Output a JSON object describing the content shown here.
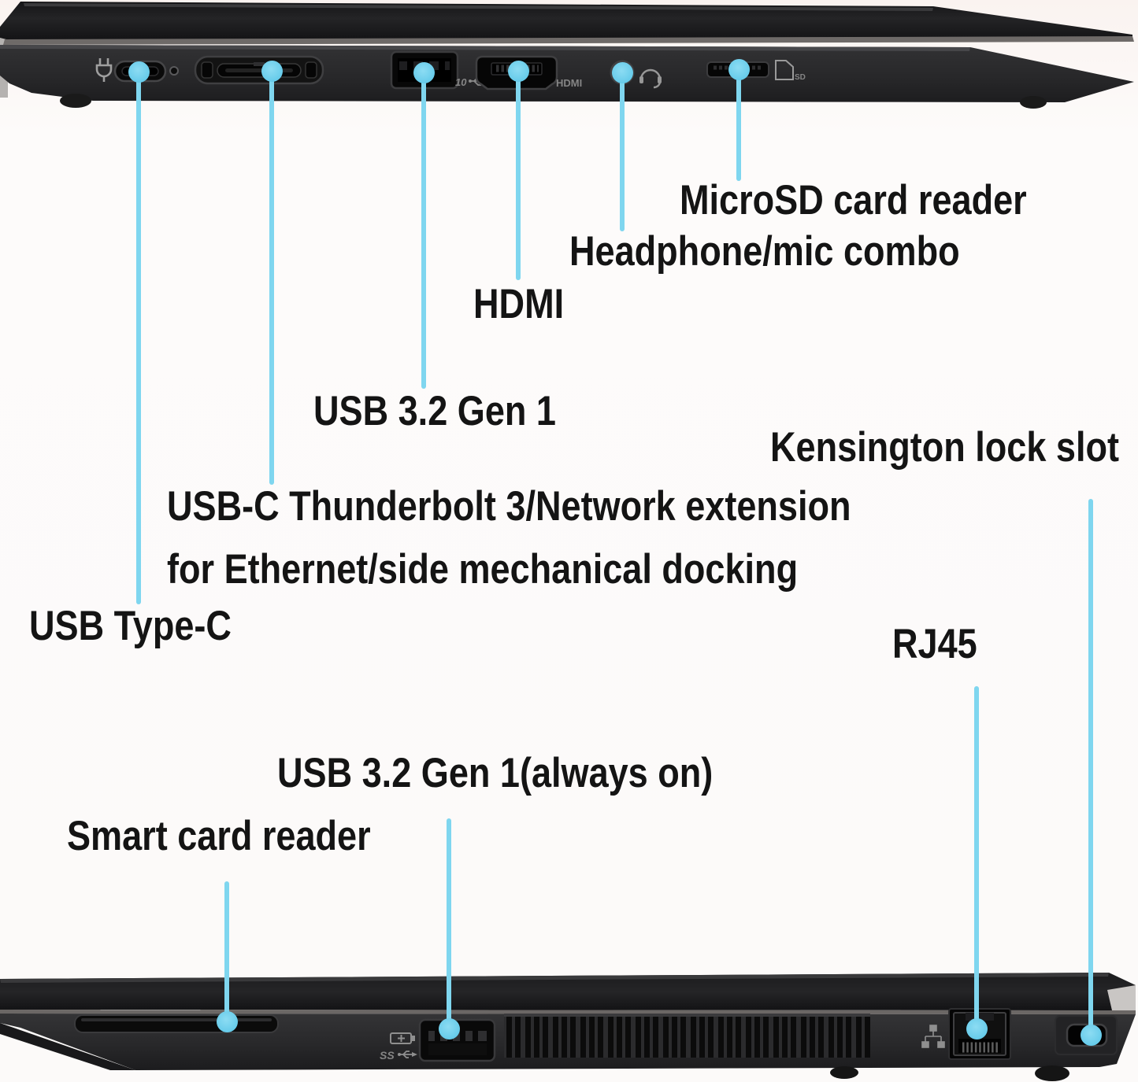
{
  "diagram_title": "Laptop side ports callout diagram",
  "colors": {
    "callout_line": "#7fd6ef",
    "callout_dot": "#5fc8e9",
    "label_text": "#141414",
    "laptop_body": "#2a2a2c",
    "background": "#fcfaf9"
  },
  "callouts": {
    "top": [
      {
        "id": "usb-type-c",
        "label": "USB Type-C"
      },
      {
        "id": "docking",
        "label_line1": "USB-C Thunderbolt 3/Network extension",
        "label_line2": "for Ethernet/side mechanical docking"
      },
      {
        "id": "usb-3-2-gen1",
        "label": "USB 3.2 Gen 1"
      },
      {
        "id": "hdmi",
        "label": "HDMI"
      },
      {
        "id": "headphone",
        "label": "Headphone/mic combo"
      },
      {
        "id": "microsd",
        "label": "MicroSD card reader"
      }
    ],
    "bottom": [
      {
        "id": "smart-card",
        "label": "Smart card reader"
      },
      {
        "id": "usb-3-2-always-on",
        "label": "USB 3.2 Gen 1(always on)"
      },
      {
        "id": "rj45",
        "label": "RJ45"
      },
      {
        "id": "kensington",
        "label": "Kensington lock slot"
      }
    ]
  },
  "port_markings": {
    "usb_a_speed": "10",
    "hdmi": "HDMI",
    "sd_card": "SD",
    "usb_ss": "SS"
  }
}
